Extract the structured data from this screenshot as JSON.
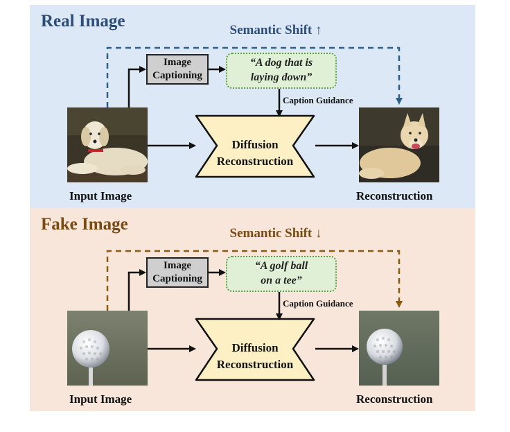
{
  "real": {
    "title": "Real Image",
    "shift_label": "Semantic Shift ↑",
    "captioning_label_1": "Image",
    "captioning_label_2": "Captioning",
    "caption_line_1": "“A dog that is",
    "caption_line_2": "laying down”",
    "guidance_label": "Caption Guidance",
    "diffusion_line_1": "Diffusion",
    "diffusion_line_2": "Reconstruction",
    "input_label": "Input Image",
    "output_label": "Reconstruction",
    "accent_color": "#2c5f8a"
  },
  "fake": {
    "title": "Fake Image",
    "shift_label": "Semantic Shift ↓",
    "captioning_label_1": "Image",
    "captioning_label_2": "Captioning",
    "caption_line_1": "“A golf ball",
    "caption_line_2": "on a tee”",
    "guidance_label": "Caption Guidance",
    "diffusion_line_1": "Diffusion",
    "diffusion_line_2": "Reconstruction",
    "input_label": "Input Image",
    "output_label": "Reconstruction",
    "accent_color": "#8a5a10"
  },
  "colors": {
    "real_panel": "#dde8f6",
    "fake_panel": "#f8e6da",
    "diffusion_fill": "#fdf0c4",
    "caption_fill": "#dff0d6",
    "captioning_fill": "#cfcfcf"
  }
}
